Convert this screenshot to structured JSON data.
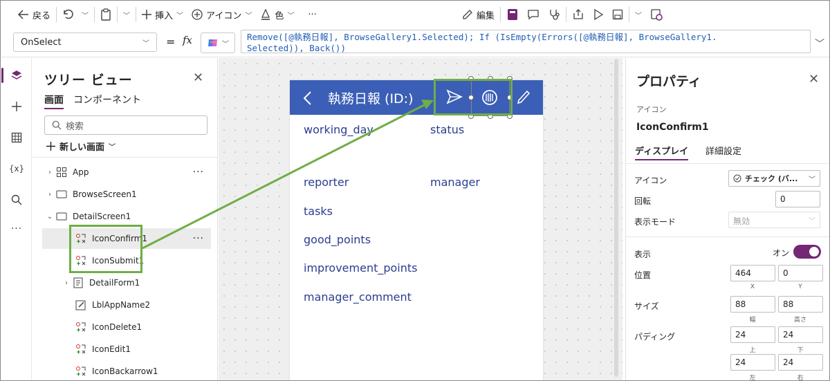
{
  "toolbar": {
    "back": "戻る",
    "insert": "挿入",
    "icon": "アイコン",
    "color": "色",
    "more": "···",
    "edit": "編集"
  },
  "formula_bar": {
    "property": "OnSelect",
    "equals": "=",
    "fx": "fx",
    "line1": "Remove([@執務日報], BrowseGallery1.Selected); If (IsEmpty(Errors([@執務日報], BrowseGallery1.",
    "line2": "Selected)), Back())"
  },
  "rail": {
    "vars": "{x}"
  },
  "tree": {
    "title": "ツリー ビュー",
    "tabs": [
      "画面",
      "コンポーネント"
    ],
    "search_placeholder": "検索",
    "new_screen": "新しい画面",
    "nodes": [
      "App",
      "BrowseScreen1",
      "DetailScreen1",
      "IconConfirm1",
      "IconSubmit1",
      "DetailForm1",
      "LblAppName2",
      "IconDelete1",
      "IconEdit1",
      "IconBackarrow1"
    ],
    "more": "···"
  },
  "canvas": {
    "header_title": "執務日報 (ID:)",
    "fields": [
      "working_day",
      "status",
      "reporter",
      "manager",
      "tasks",
      "good_points",
      "improvement_points",
      "manager_comment"
    ]
  },
  "properties": {
    "title": "プロパティ",
    "type": "アイコン",
    "name": "IconConfirm1",
    "tabs": [
      "ディスプレイ",
      "詳細設定"
    ],
    "icon_label": "アイコン",
    "icon_value": "チェック (バ...",
    "rotation_label": "回転",
    "rotation_value": "0",
    "display_mode_label": "表示モード",
    "display_mode_value": "無効",
    "visible_label": "表示",
    "visible_value": "オン",
    "position_label": "位置",
    "x": "464",
    "y": "0",
    "x_sub": "X",
    "y_sub": "Y",
    "size_label": "サイズ",
    "width": "88",
    "height": "88",
    "w_sub": "幅",
    "h_sub": "高さ",
    "padding_label": "パディング",
    "pad_top": "24",
    "pad_bottom": "24",
    "pad_left": "24",
    "pad_right": "24",
    "top_sub": "上",
    "bottom_sub": "下",
    "left_sub": "左",
    "right_sub": "右"
  },
  "colors": {
    "accent": "#742774",
    "header": "#3b5fb6",
    "highlight": "#70ad47",
    "field_text": "#2b3d8f"
  }
}
